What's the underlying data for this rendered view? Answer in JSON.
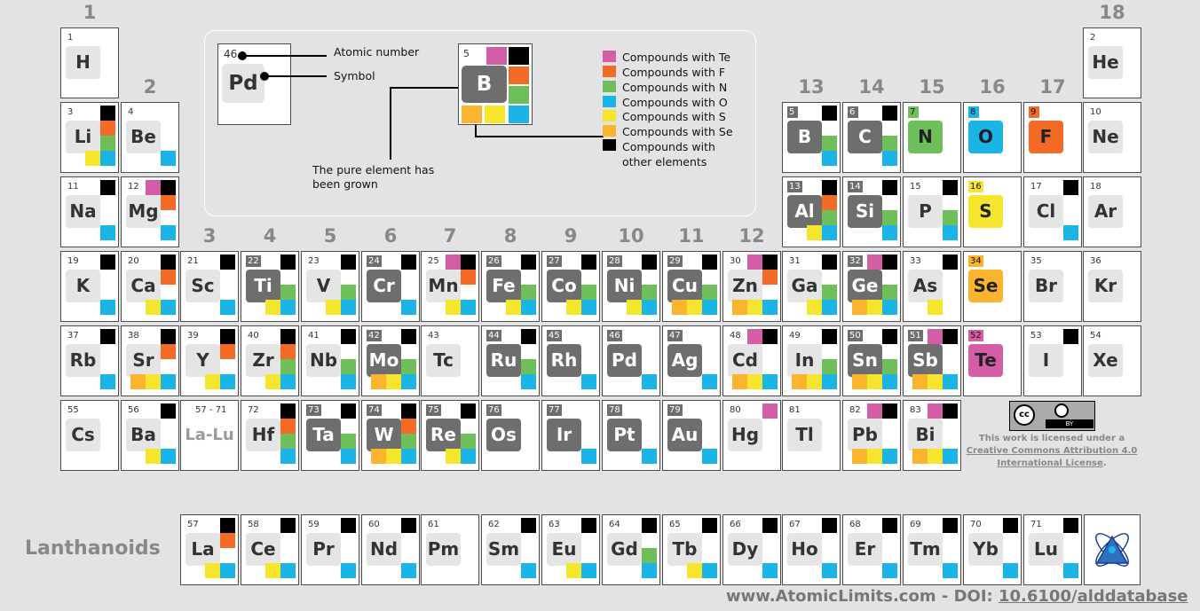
{
  "groups": [
    {
      "label": "1",
      "col": 0,
      "row": 0
    },
    {
      "label": "2",
      "col": 1,
      "row": 1
    },
    {
      "label": "3",
      "col": 2,
      "row": 3
    },
    {
      "label": "4",
      "col": 3,
      "row": 3
    },
    {
      "label": "5",
      "col": 4,
      "row": 3
    },
    {
      "label": "6",
      "col": 5,
      "row": 3
    },
    {
      "label": "7",
      "col": 6,
      "row": 3
    },
    {
      "label": "8",
      "col": 7,
      "row": 3
    },
    {
      "label": "9",
      "col": 8,
      "row": 3
    },
    {
      "label": "10",
      "col": 9,
      "row": 3
    },
    {
      "label": "11",
      "col": 10,
      "row": 3
    },
    {
      "label": "12",
      "col": 11,
      "row": 3
    },
    {
      "label": "13",
      "col": 12,
      "row": 1
    },
    {
      "label": "14",
      "col": 13,
      "row": 1
    },
    {
      "label": "15",
      "col": 14,
      "row": 1
    },
    {
      "label": "16",
      "col": 15,
      "row": 1
    },
    {
      "label": "17",
      "col": 16,
      "row": 1
    },
    {
      "label": "18",
      "col": 17,
      "row": 0
    }
  ],
  "colors": {
    "O": "#1bb4e6",
    "N": "#6ebe5a",
    "S": "#f5e62d",
    "Se": "#fbb42d",
    "F": "#f46b28",
    "Te": "#d35ea6",
    "X": "#000000"
  },
  "elements": [
    {
      "n": "1",
      "s": "H",
      "col": 0,
      "row": 0,
      "c": []
    },
    {
      "n": "2",
      "s": "He",
      "col": 17,
      "row": 0,
      "c": []
    },
    {
      "n": "3",
      "s": "Li",
      "col": 0,
      "row": 1,
      "c": [
        "X",
        "F",
        "N",
        "S",
        "O"
      ]
    },
    {
      "n": "4",
      "s": "Be",
      "col": 1,
      "row": 1,
      "c": [
        "O"
      ]
    },
    {
      "n": "5",
      "s": "B",
      "col": 12,
      "row": 1,
      "g": true,
      "c": [
        "X",
        "N",
        "O"
      ]
    },
    {
      "n": "6",
      "s": "C",
      "col": 13,
      "row": 1,
      "g": true,
      "c": [
        "X",
        "N",
        "O"
      ]
    },
    {
      "n": "7",
      "s": "N",
      "col": 14,
      "row": 1,
      "fill": "N",
      "c": []
    },
    {
      "n": "8",
      "s": "O",
      "col": 15,
      "row": 1,
      "fill": "O",
      "c": []
    },
    {
      "n": "9",
      "s": "F",
      "col": 16,
      "row": 1,
      "fill": "F",
      "c": []
    },
    {
      "n": "10",
      "s": "Ne",
      "col": 17,
      "row": 1,
      "c": []
    },
    {
      "n": "11",
      "s": "Na",
      "col": 0,
      "row": 2,
      "c": [
        "X",
        "O"
      ]
    },
    {
      "n": "12",
      "s": "Mg",
      "col": 1,
      "row": 2,
      "c": [
        "Te",
        "X",
        "F",
        "O"
      ]
    },
    {
      "n": "13",
      "s": "Al",
      "col": 12,
      "row": 2,
      "g": true,
      "c": [
        "X",
        "F",
        "N",
        "S",
        "O"
      ]
    },
    {
      "n": "14",
      "s": "Si",
      "col": 13,
      "row": 2,
      "g": true,
      "c": [
        "X",
        "N",
        "O"
      ]
    },
    {
      "n": "15",
      "s": "P",
      "col": 14,
      "row": 2,
      "c": [
        "X",
        "N",
        "O"
      ]
    },
    {
      "n": "16",
      "s": "S",
      "col": 15,
      "row": 2,
      "fill": "S",
      "c": []
    },
    {
      "n": "17",
      "s": "Cl",
      "col": 16,
      "row": 2,
      "c": [
        "X",
        "O"
      ]
    },
    {
      "n": "18",
      "s": "Ar",
      "col": 17,
      "row": 2,
      "c": []
    },
    {
      "n": "19",
      "s": "K",
      "col": 0,
      "row": 3,
      "c": [
        "X",
        "O"
      ]
    },
    {
      "n": "20",
      "s": "Ca",
      "col": 1,
      "row": 3,
      "c": [
        "X",
        "F",
        "S",
        "O"
      ]
    },
    {
      "n": "21",
      "s": "Sc",
      "col": 2,
      "row": 3,
      "c": [
        "X",
        "O"
      ]
    },
    {
      "n": "22",
      "s": "Ti",
      "col": 3,
      "row": 3,
      "g": true,
      "c": [
        "X",
        "N",
        "S",
        "O"
      ]
    },
    {
      "n": "23",
      "s": "V",
      "col": 4,
      "row": 3,
      "c": [
        "X",
        "N",
        "S",
        "O"
      ]
    },
    {
      "n": "24",
      "s": "Cr",
      "col": 5,
      "row": 3,
      "g": true,
      "c": [
        "X",
        "O"
      ]
    },
    {
      "n": "25",
      "s": "Mn",
      "col": 6,
      "row": 3,
      "c": [
        "Te",
        "X",
        "F",
        "S",
        "O"
      ]
    },
    {
      "n": "26",
      "s": "Fe",
      "col": 7,
      "row": 3,
      "g": true,
      "c": [
        "X",
        "N",
        "S",
        "O"
      ]
    },
    {
      "n": "27",
      "s": "Co",
      "col": 8,
      "row": 3,
      "g": true,
      "c": [
        "X",
        "N",
        "S",
        "O"
      ]
    },
    {
      "n": "28",
      "s": "Ni",
      "col": 9,
      "row": 3,
      "g": true,
      "c": [
        "X",
        "N",
        "S",
        "O"
      ]
    },
    {
      "n": "29",
      "s": "Cu",
      "col": 10,
      "row": 3,
      "g": true,
      "c": [
        "X",
        "N",
        "Se",
        "S",
        "O"
      ]
    },
    {
      "n": "30",
      "s": "Zn",
      "col": 11,
      "row": 3,
      "c": [
        "Te",
        "X",
        "F",
        "Se",
        "S",
        "O"
      ]
    },
    {
      "n": "31",
      "s": "Ga",
      "col": 12,
      "row": 3,
      "c": [
        "X",
        "N",
        "S",
        "O"
      ]
    },
    {
      "n": "32",
      "s": "Ge",
      "col": 13,
      "row": 3,
      "g": true,
      "c": [
        "Te",
        "X",
        "N",
        "Se",
        "S",
        "O"
      ]
    },
    {
      "n": "33",
      "s": "As",
      "col": 14,
      "row": 3,
      "c": [
        "X",
        "S"
      ]
    },
    {
      "n": "34",
      "s": "Se",
      "col": 15,
      "row": 3,
      "fill": "Se",
      "c": []
    },
    {
      "n": "35",
      "s": "Br",
      "col": 16,
      "row": 3,
      "c": []
    },
    {
      "n": "36",
      "s": "Kr",
      "col": 17,
      "row": 3,
      "c": []
    },
    {
      "n": "37",
      "s": "Rb",
      "col": 0,
      "row": 4,
      "c": [
        "X",
        "O"
      ]
    },
    {
      "n": "38",
      "s": "Sr",
      "col": 1,
      "row": 4,
      "c": [
        "X",
        "F",
        "Se",
        "S",
        "O"
      ]
    },
    {
      "n": "39",
      "s": "Y",
      "col": 2,
      "row": 4,
      "c": [
        "X",
        "F",
        "S",
        "O"
      ]
    },
    {
      "n": "40",
      "s": "Zr",
      "col": 3,
      "row": 4,
      "c": [
        "X",
        "F",
        "N",
        "S",
        "O"
      ]
    },
    {
      "n": "41",
      "s": "Nb",
      "col": 4,
      "row": 4,
      "c": [
        "X",
        "N",
        "O"
      ]
    },
    {
      "n": "42",
      "s": "Mo",
      "col": 5,
      "row": 4,
      "g": true,
      "c": [
        "X",
        "N",
        "Se",
        "S",
        "O"
      ]
    },
    {
      "n": "43",
      "s": "Tc",
      "col": 6,
      "row": 4,
      "c": []
    },
    {
      "n": "44",
      "s": "Ru",
      "col": 7,
      "row": 4,
      "g": true,
      "c": [
        "X",
        "N",
        "O"
      ]
    },
    {
      "n": "45",
      "s": "Rh",
      "col": 8,
      "row": 4,
      "g": true,
      "c": [
        "O"
      ]
    },
    {
      "n": "46",
      "s": "Pd",
      "col": 9,
      "row": 4,
      "g": true,
      "c": [
        "O"
      ]
    },
    {
      "n": "47",
      "s": "Ag",
      "col": 10,
      "row": 4,
      "g": true,
      "c": [
        "O"
      ]
    },
    {
      "n": "48",
      "s": "Cd",
      "col": 11,
      "row": 4,
      "c": [
        "Te",
        "X",
        "Se",
        "S",
        "O"
      ]
    },
    {
      "n": "49",
      "s": "In",
      "col": 12,
      "row": 4,
      "c": [
        "X",
        "N",
        "Se",
        "S",
        "O"
      ]
    },
    {
      "n": "50",
      "s": "Sn",
      "col": 13,
      "row": 4,
      "g": true,
      "c": [
        "X",
        "N",
        "Se",
        "S",
        "O"
      ]
    },
    {
      "n": "51",
      "s": "Sb",
      "col": 14,
      "row": 4,
      "g": true,
      "c": [
        "Te",
        "X",
        "Se",
        "S",
        "O"
      ]
    },
    {
      "n": "52",
      "s": "Te",
      "col": 15,
      "row": 4,
      "fill": "Te",
      "c": []
    },
    {
      "n": "53",
      "s": "I",
      "col": 16,
      "row": 4,
      "c": [
        "X"
      ]
    },
    {
      "n": "54",
      "s": "Xe",
      "col": 17,
      "row": 4,
      "c": []
    },
    {
      "n": "55",
      "s": "Cs",
      "col": 0,
      "row": 5,
      "c": []
    },
    {
      "n": "56",
      "s": "Ba",
      "col": 1,
      "row": 5,
      "c": [
        "X",
        "S",
        "O"
      ]
    },
    {
      "n": "57 - 71",
      "s": "La-Lu",
      "col": 2,
      "row": 5,
      "lalu": true,
      "c": []
    },
    {
      "n": "72",
      "s": "Hf",
      "col": 3,
      "row": 5,
      "c": [
        "X",
        "F",
        "N",
        "O"
      ]
    },
    {
      "n": "73",
      "s": "Ta",
      "col": 4,
      "row": 5,
      "g": true,
      "c": [
        "X",
        "N",
        "O"
      ]
    },
    {
      "n": "74",
      "s": "W",
      "col": 5,
      "row": 5,
      "g": true,
      "c": [
        "X",
        "F",
        "N",
        "Se",
        "S",
        "O"
      ]
    },
    {
      "n": "75",
      "s": "Re",
      "col": 6,
      "row": 5,
      "g": true,
      "c": [
        "X",
        "N",
        "S",
        "O"
      ]
    },
    {
      "n": "76",
      "s": "Os",
      "col": 7,
      "row": 5,
      "g": true,
      "c": []
    },
    {
      "n": "77",
      "s": "Ir",
      "col": 8,
      "row": 5,
      "g": true,
      "c": [
        "O"
      ]
    },
    {
      "n": "78",
      "s": "Pt",
      "col": 9,
      "row": 5,
      "g": true,
      "c": [
        "O"
      ]
    },
    {
      "n": "79",
      "s": "Au",
      "col": 10,
      "row": 5,
      "g": true,
      "c": [
        "O"
      ]
    },
    {
      "n": "80",
      "s": "Hg",
      "col": 11,
      "row": 5,
      "c": [
        "Te"
      ]
    },
    {
      "n": "81",
      "s": "Tl",
      "col": 12,
      "row": 5,
      "c": []
    },
    {
      "n": "82",
      "s": "Pb",
      "col": 13,
      "row": 5,
      "c": [
        "Te",
        "X",
        "Se",
        "S",
        "O"
      ]
    },
    {
      "n": "83",
      "s": "Bi",
      "col": 14,
      "row": 5,
      "c": [
        "Te",
        "X",
        "Se",
        "S",
        "O"
      ]
    },
    {
      "n": "57",
      "s": "La",
      "col": 2,
      "row": 6,
      "c": [
        "X",
        "F",
        "S",
        "O"
      ]
    },
    {
      "n": "58",
      "s": "Ce",
      "col": 3,
      "row": 6,
      "c": [
        "X",
        "S",
        "O"
      ]
    },
    {
      "n": "59",
      "s": "Pr",
      "col": 4,
      "row": 6,
      "c": [
        "X",
        "O"
      ]
    },
    {
      "n": "60",
      "s": "Nd",
      "col": 5,
      "row": 6,
      "c": [
        "X",
        "O"
      ]
    },
    {
      "n": "61",
      "s": "Pm",
      "col": 6,
      "row": 6,
      "c": []
    },
    {
      "n": "62",
      "s": "Sm",
      "col": 7,
      "row": 6,
      "c": [
        "X",
        "O"
      ]
    },
    {
      "n": "63",
      "s": "Eu",
      "col": 8,
      "row": 6,
      "c": [
        "X",
        "S",
        "O"
      ]
    },
    {
      "n": "64",
      "s": "Gd",
      "col": 9,
      "row": 6,
      "c": [
        "X",
        "N",
        "O"
      ]
    },
    {
      "n": "65",
      "s": "Tb",
      "col": 10,
      "row": 6,
      "c": [
        "X",
        "S",
        "O"
      ]
    },
    {
      "n": "66",
      "s": "Dy",
      "col": 11,
      "row": 6,
      "c": [
        "X",
        "O"
      ]
    },
    {
      "n": "67",
      "s": "Ho",
      "col": 12,
      "row": 6,
      "c": [
        "X",
        "O"
      ]
    },
    {
      "n": "68",
      "s": "Er",
      "col": 13,
      "row": 6,
      "c": [
        "X",
        "O"
      ]
    },
    {
      "n": "69",
      "s": "Tm",
      "col": 14,
      "row": 6,
      "c": [
        "X",
        "O"
      ]
    },
    {
      "n": "70",
      "s": "Yb",
      "col": 15,
      "row": 6,
      "c": [
        "X",
        "O"
      ]
    },
    {
      "n": "71",
      "s": "Lu",
      "col": 16,
      "row": 6,
      "c": [
        "X",
        "O"
      ]
    }
  ],
  "key": {
    "atomic_number_example": "46",
    "symbol_example": "Pd",
    "atomic_number_label": "Atomic number",
    "symbol_label": "Symbol",
    "demo_number": "5",
    "demo_symbol": "B",
    "grown_note": "The pure element has been grown",
    "items": [
      {
        "color": "Te",
        "label": "Compounds with Te"
      },
      {
        "color": "F",
        "label": "Compounds with F"
      },
      {
        "color": "N",
        "label": "Compounds with N"
      },
      {
        "color": "O",
        "label": "Compounds with O"
      },
      {
        "color": "S",
        "label": "Compounds with S"
      },
      {
        "color": "Se",
        "label": "Compounds with Se"
      },
      {
        "color": "X",
        "label": "Compounds with other elements"
      }
    ]
  },
  "lanthanoids_label": "Lanthanoids",
  "license": {
    "prefix": "This work is licensed under a ",
    "link": "Creative Commons Attribution 4.0 International License",
    "suffix": ".",
    "badge_left": "cc",
    "badge_right": "BY"
  },
  "footer": {
    "site": "www.AtomicLimits.com - DOI: ",
    "doi1": "10.6100",
    "sep": "/",
    "doi2": "alddatabase"
  }
}
